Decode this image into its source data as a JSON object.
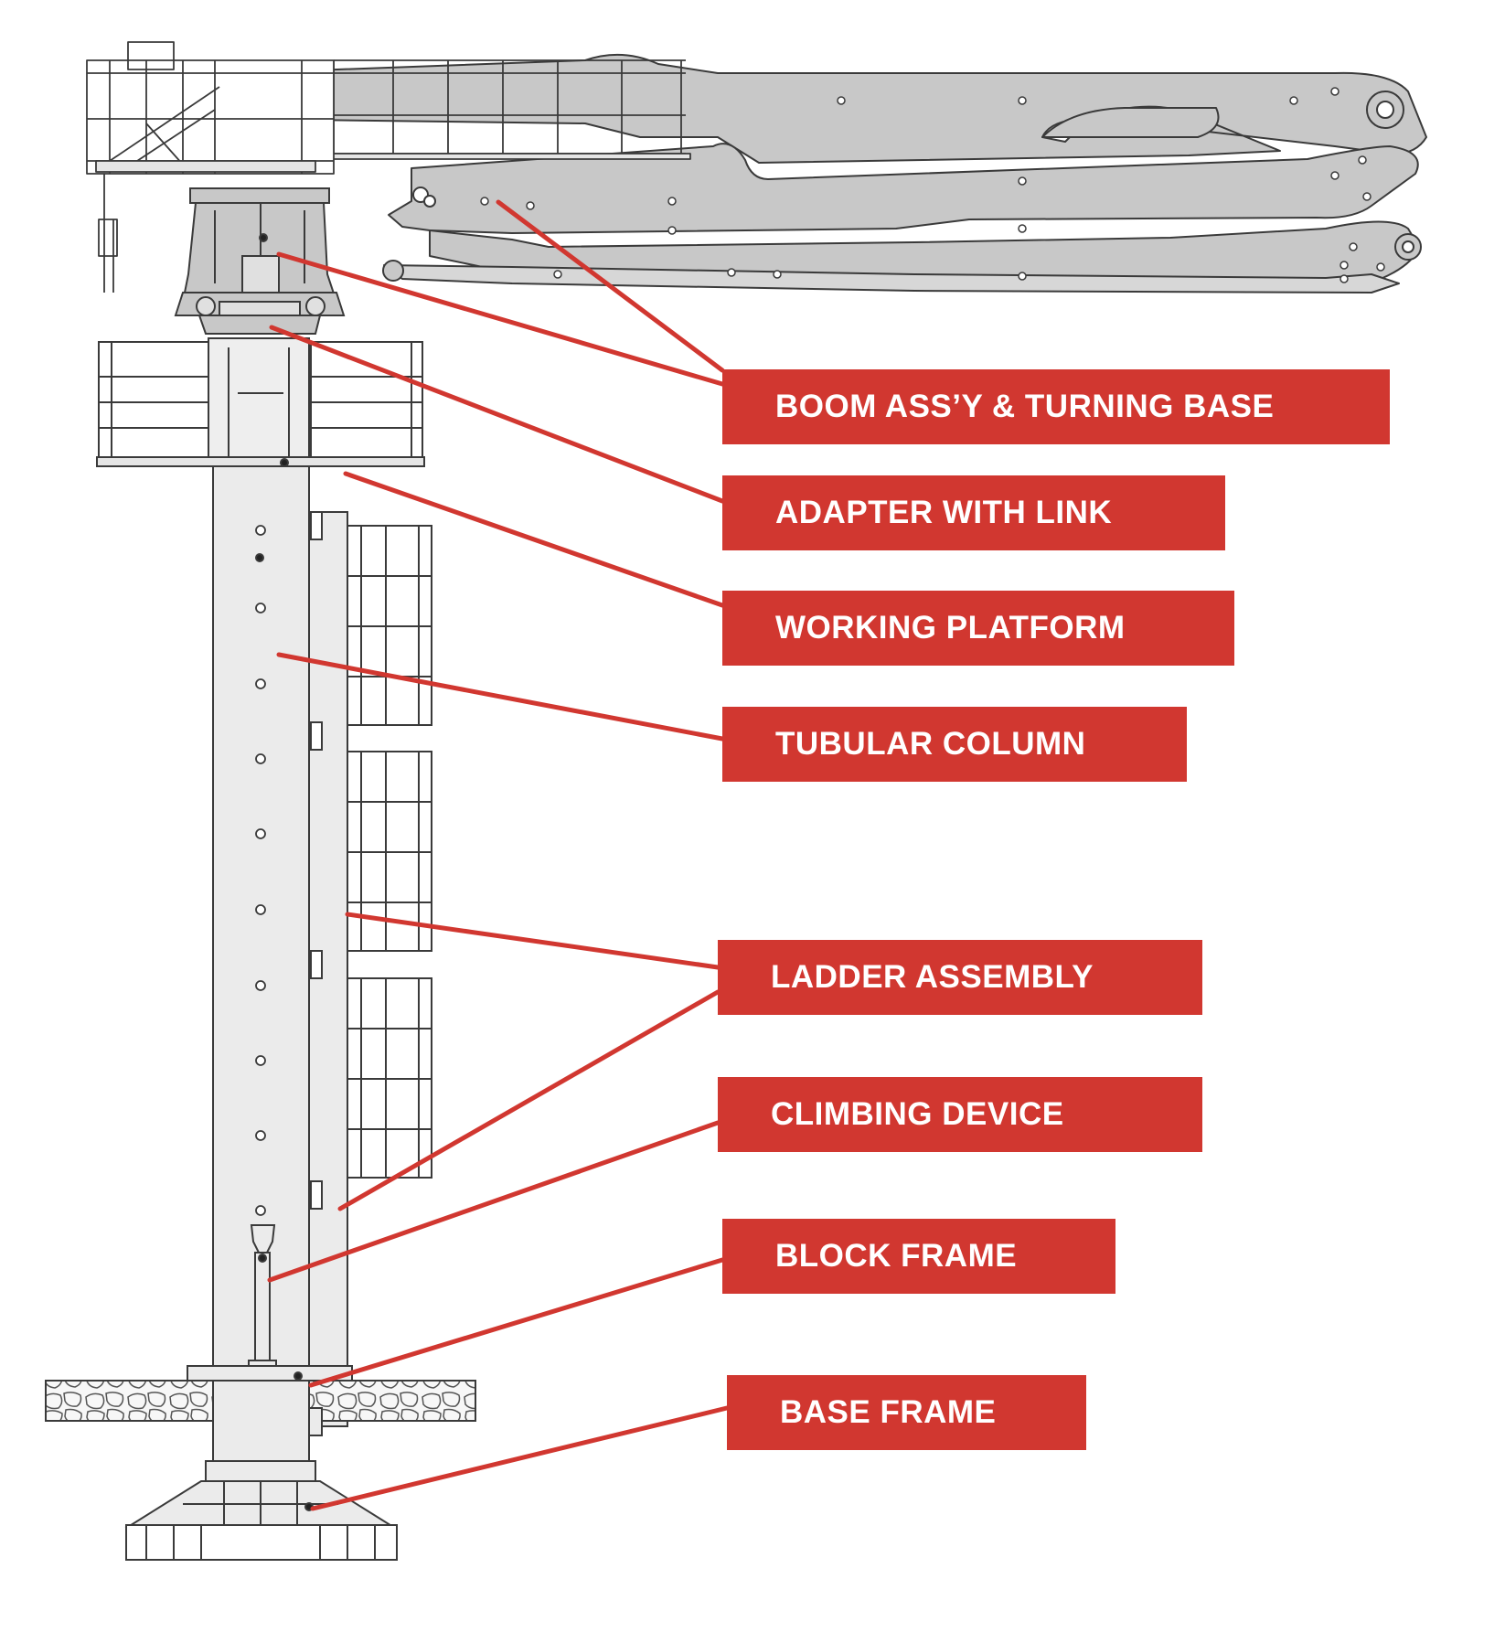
{
  "colors": {
    "accent_red": "#d13730",
    "structure_fill": "#c8c8c8",
    "column_fill": "#ebebeb",
    "line": "#3a3a3a"
  },
  "labels": {
    "boom": "BOOM ASS’Y & TURNING BASE",
    "adapter": "ADAPTER WITH LINK",
    "working_platform": "WORKING PLATFORM",
    "tubular_column": "TUBULAR COLUMN",
    "ladder": "LADDER ASSEMBLY",
    "climbing": "CLIMBING DEVICE",
    "block_frame": "BLOCK FRAME",
    "base_frame": "BASE FRAME"
  }
}
